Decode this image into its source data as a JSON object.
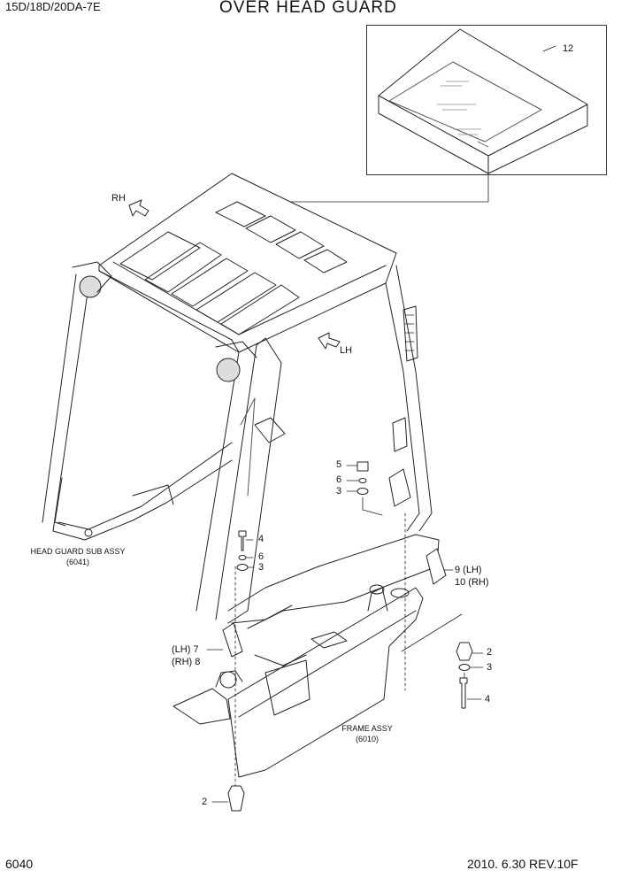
{
  "header": {
    "model": "15D/18D/20DA-7E",
    "title": "OVER HEAD GUARD"
  },
  "footer": {
    "page": "6040",
    "date_rev": "2010. 6.30  REV.10F"
  },
  "directions": {
    "rh": "RH",
    "lh": "LH"
  },
  "assemblies": {
    "head_guard_name": "HEAD GUARD SUB ASSY",
    "head_guard_code": "(6041)",
    "frame_name": "FRAME ASSY",
    "frame_code": "(6010)"
  },
  "callouts": {
    "c12": "12",
    "c5": "5",
    "c6a": "6",
    "c3a": "3",
    "c4a": "4",
    "c6b": "6",
    "c3b": "3",
    "c9": "9 (LH)",
    "c10": "10 (RH)",
    "c7": "(LH) 7",
    "c8": "(RH) 8",
    "c2a": "2",
    "c3c": "3",
    "c4b": "4",
    "c2b": "2"
  }
}
